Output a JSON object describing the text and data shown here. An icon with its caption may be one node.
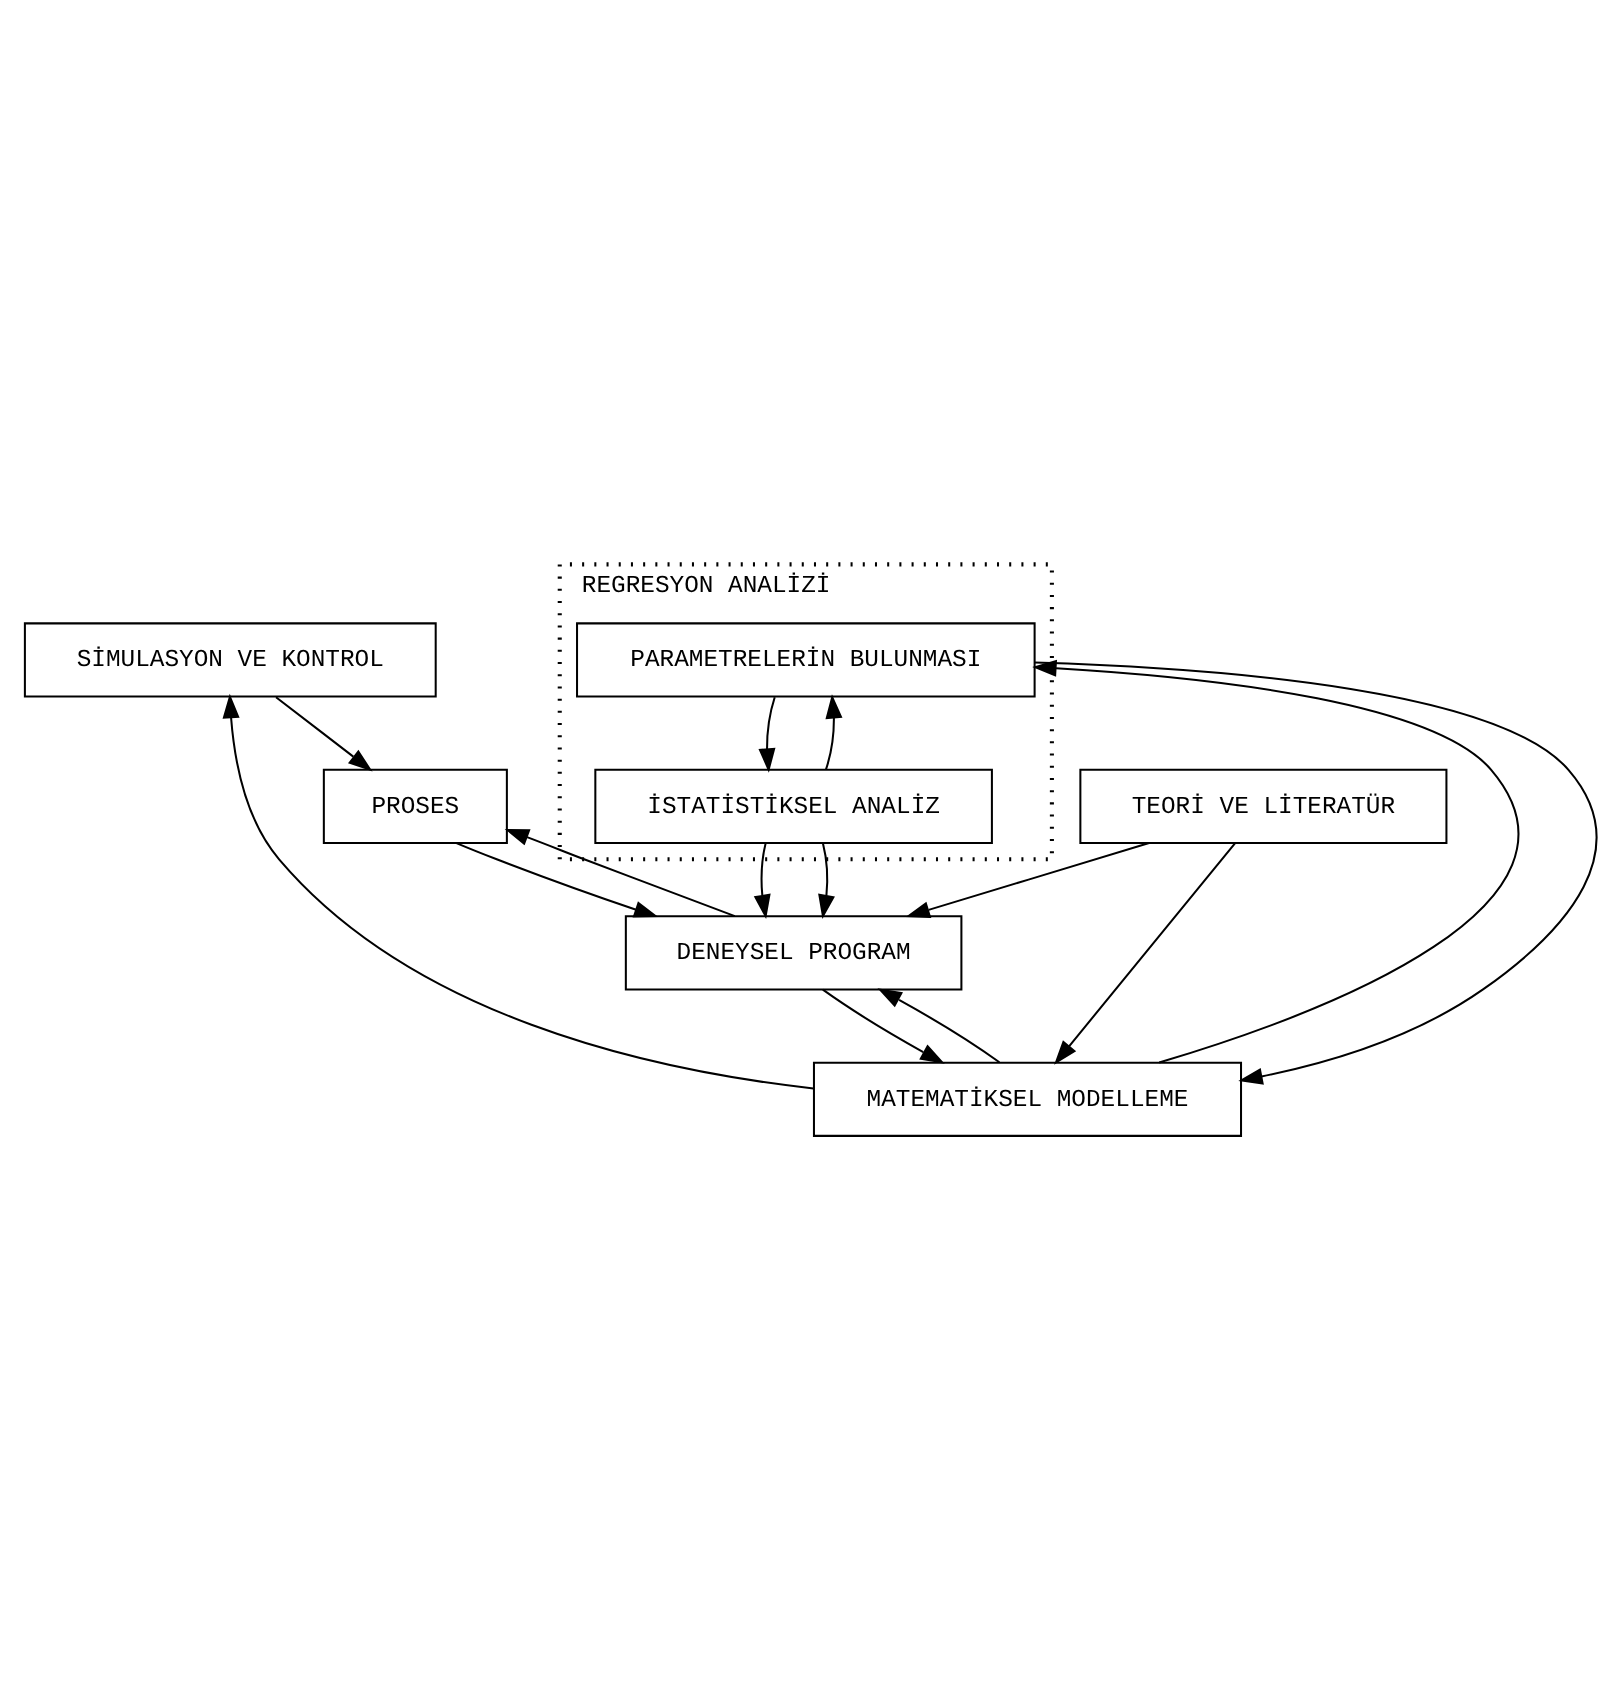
{
  "diagram": {
    "nodes": [
      {
        "text": [
          "SİMULASYON VE KONTROL"
        ]
      },
      {
        "text": [
          "PROSES"
        ]
      },
      {
        "text": [
          "DENEYSEL PROGRAM"
        ]
      },
      {
        "text": [
          "TEORİ VE LİTERATÜR"
        ]
      },
      {
        "text": [
          "MATEMATİKSEL MODELLEME"
        ]
      },
      {
        "text": [
          "REGRESYON ANALİZİ"
        ]
      },
      {
        "text": [
          "PARAMETRELERİN BULUNMASI"
        ],
        "in": 5
      },
      {
        "text": [
          "İSTATİSTİKSEL ANALİZ"
        ],
        "in": 5
      }
    ],
    "edges": [
      {
        "from": 0,
        "to": 1,
        "arrow": "to"
      },
      {
        "from": 1,
        "to": 2,
        "arrow": "to"
      },
      {
        "from": 2,
        "to": 1,
        "arrow": "to"
      },
      {
        "from": 3,
        "to": 2,
        "arrow": "to"
      },
      {
        "from": 3,
        "to": 4,
        "arrow": "to"
      },
      {
        "from": 2,
        "to": 4,
        "arrow": "to"
      },
      {
        "from": 4,
        "to": 2,
        "arrow": "to"
      },
      {
        "from": 4,
        "to": 0,
        "arrow": "to"
      },
      {
        "from": 4,
        "to": 6,
        "arrow": "to"
      },
      {
        "from": 6,
        "to": 4,
        "arrow": "to"
      },
      {
        "from": 6,
        "to": 7,
        "arrow": "to"
      },
      {
        "from": 7,
        "to": 6,
        "arrow": "to"
      },
      {
        "from": 7,
        "to": 2,
        "arrow": "to"
      },
      {
        "from": 7,
        "to": 2,
        "arrow": "to"
      }
    ]
  }
}
